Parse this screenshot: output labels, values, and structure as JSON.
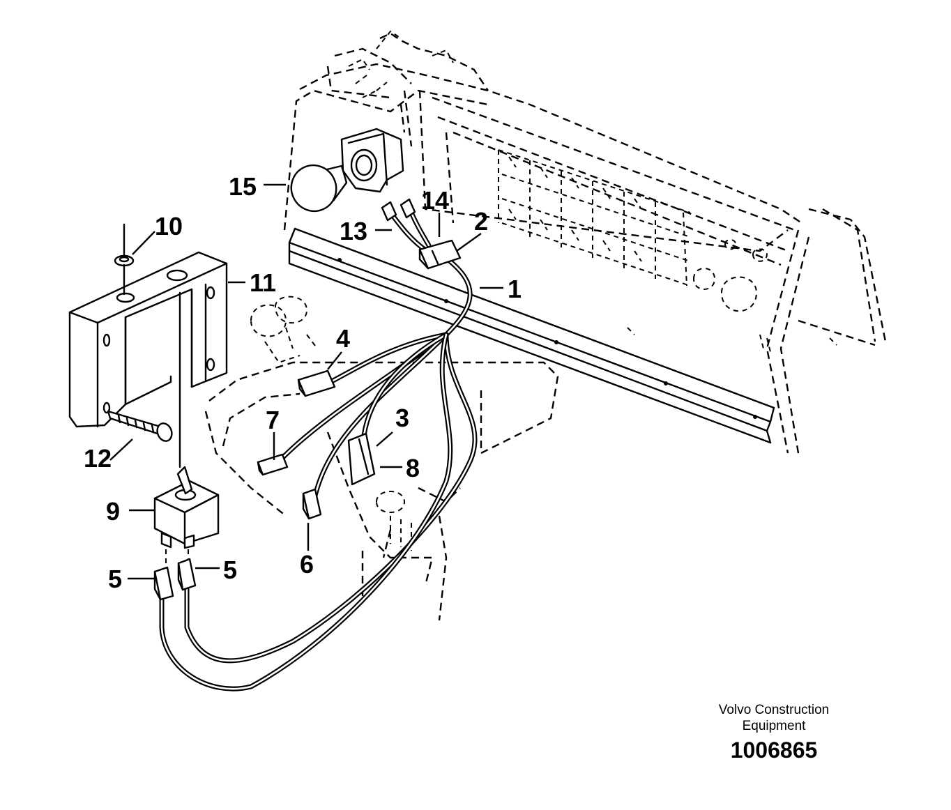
{
  "callouts": [
    {
      "id": "1",
      "label": "1"
    },
    {
      "id": "2",
      "label": "2"
    },
    {
      "id": "3",
      "label": "3"
    },
    {
      "id": "4",
      "label": "4"
    },
    {
      "id": "5a",
      "label": "5"
    },
    {
      "id": "5b",
      "label": "5"
    },
    {
      "id": "6",
      "label": "6"
    },
    {
      "id": "7",
      "label": "7"
    },
    {
      "id": "8",
      "label": "8"
    },
    {
      "id": "9",
      "label": "9"
    },
    {
      "id": "10",
      "label": "10"
    },
    {
      "id": "11",
      "label": "11"
    },
    {
      "id": "12",
      "label": "12"
    },
    {
      "id": "13",
      "label": "13"
    },
    {
      "id": "14",
      "label": "14"
    },
    {
      "id": "15",
      "label": "15"
    }
  ],
  "credit": {
    "line1": "Volvo Construction",
    "line2": "Equipment",
    "drawing_number": "1006865"
  }
}
